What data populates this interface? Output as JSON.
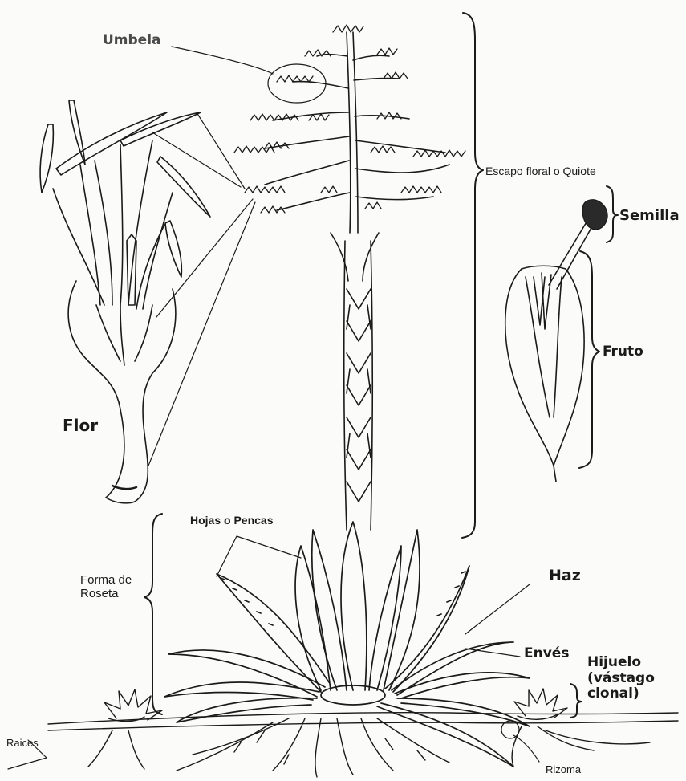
{
  "diagram": {
    "labels": {
      "umbela": "Umbela",
      "escapo": "Escapo floral o Quiote",
      "semilla": "Semilla",
      "fruto": "Fruto",
      "flor": "Flor",
      "hojas": "Hojas o Pencas",
      "forma_roseta": "Forma de\nRoseta",
      "haz": "Haz",
      "enves": "Envés",
      "hijuelo": "Hijuelo\n(vástago\nclonal)",
      "raices": "Raices",
      "rizoma": "Rizoma"
    },
    "ink_color": "#1a1a1a",
    "paper_color": "#fbfbfa"
  }
}
